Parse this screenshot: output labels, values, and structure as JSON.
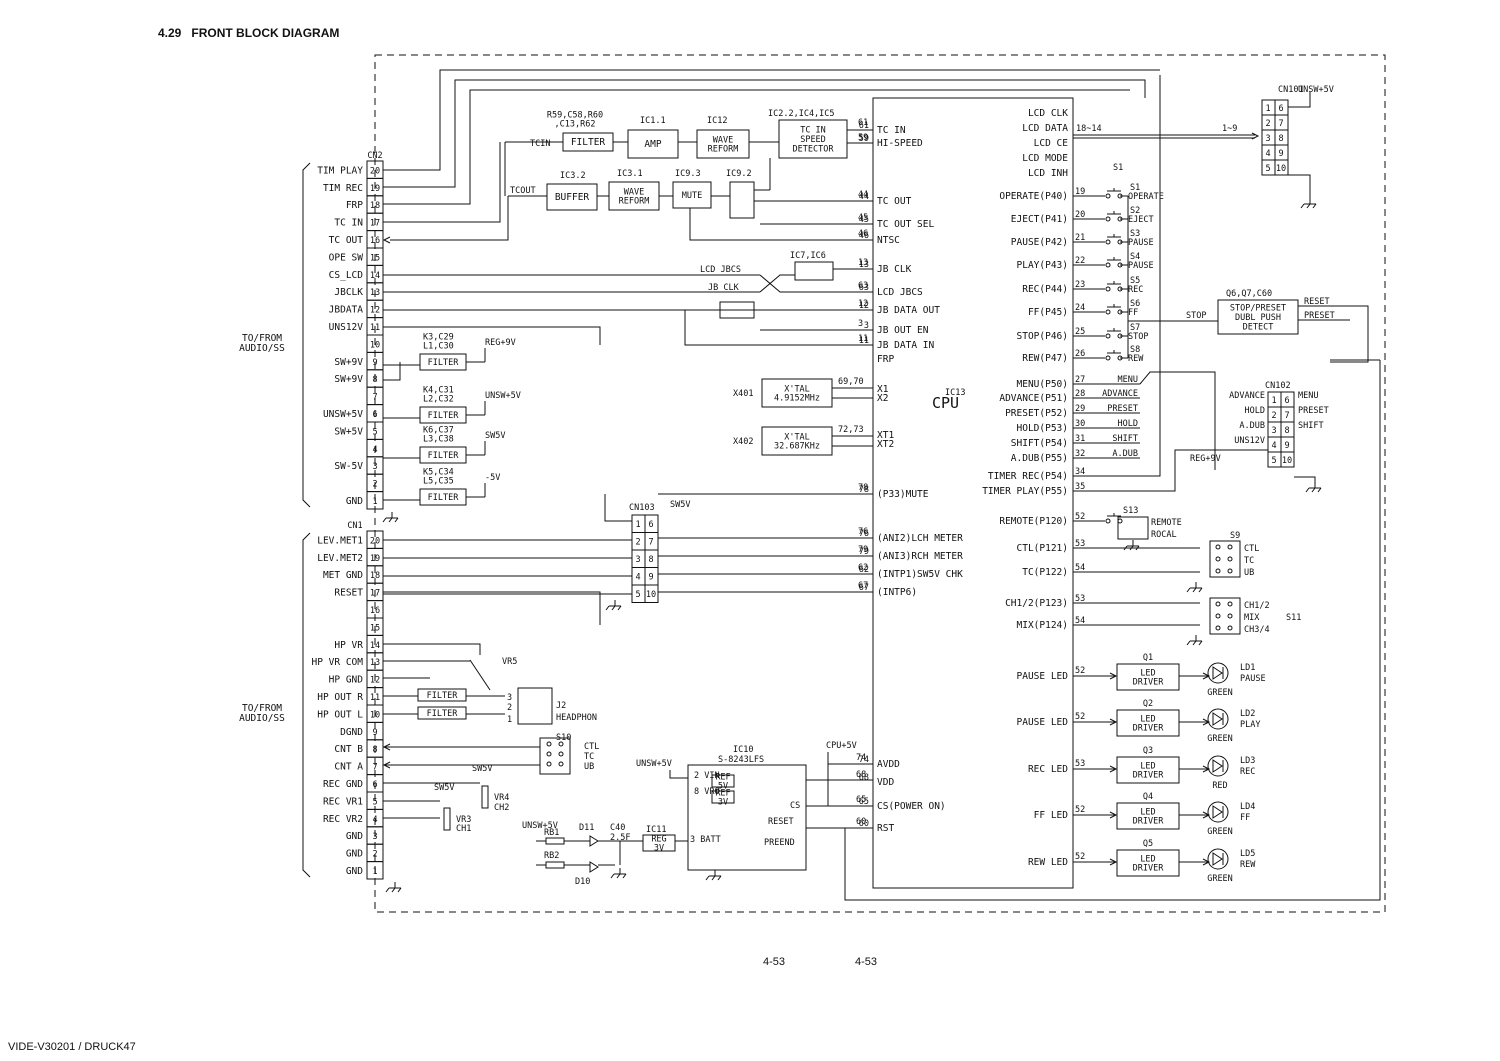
{
  "header": {
    "section": "4.29",
    "title": "FRONT BLOCK DIAGRAM"
  },
  "footer": {
    "page_left": "4-53",
    "page_right": "4-53",
    "doc_id": "VIDE-V30201 / DRUCK47"
  },
  "side_labels": {
    "audio_top": "TO/FROM\nAUDIO/SS",
    "audio_bottom": "TO/FROM\nAUDIO/SS"
  },
  "cn2": {
    "name": "CN2",
    "pins": [
      {
        "num": "20",
        "label": "TIM PLAY"
      },
      {
        "num": "19",
        "label": "TIM REC"
      },
      {
        "num": "18",
        "label": "FRP"
      },
      {
        "num": "17",
        "label": "TC IN"
      },
      {
        "num": "16",
        "label": "TC OUT"
      },
      {
        "num": "15",
        "label": "OPE SW"
      },
      {
        "num": "14",
        "label": "CS_LCD"
      },
      {
        "num": "13",
        "label": "JBCLK"
      },
      {
        "num": "12",
        "label": "JBDATA"
      },
      {
        "num": "11",
        "label": "UNS12V"
      },
      {
        "num": "10",
        "label": ""
      },
      {
        "num": "9",
        "label": "SW+9V"
      },
      {
        "num": "8",
        "label": "SW+9V"
      },
      {
        "num": "7",
        "label": ""
      },
      {
        "num": "6",
        "label": "UNSW+5V"
      },
      {
        "num": "5",
        "label": "SW+5V"
      },
      {
        "num": "4",
        "label": ""
      },
      {
        "num": "3",
        "label": "SW-5V"
      },
      {
        "num": "2",
        "label": ""
      },
      {
        "num": "1",
        "label": "GND"
      }
    ]
  },
  "cn1": {
    "name": "CN1",
    "pins": [
      {
        "num": "20",
        "label": "LEV.MET1"
      },
      {
        "num": "19",
        "label": "LEV.MET2"
      },
      {
        "num": "18",
        "label": "MET GND"
      },
      {
        "num": "17",
        "label": "RESET"
      },
      {
        "num": "16",
        "label": ""
      },
      {
        "num": "15",
        "label": ""
      },
      {
        "num": "14",
        "label": "HP VR"
      },
      {
        "num": "13",
        "label": "HP VR COM"
      },
      {
        "num": "12",
        "label": "HP GND"
      },
      {
        "num": "11",
        "label": "HP OUT R"
      },
      {
        "num": "10",
        "label": "HP OUT L"
      },
      {
        "num": "9",
        "label": "DGND"
      },
      {
        "num": "8",
        "label": "CNT B"
      },
      {
        "num": "7",
        "label": "CNT A"
      },
      {
        "num": "6",
        "label": "REC GND"
      },
      {
        "num": "5",
        "label": "REC VR1"
      },
      {
        "num": "4",
        "label": "REC VR2"
      },
      {
        "num": "3",
        "label": "GND"
      },
      {
        "num": "2",
        "label": "GND"
      },
      {
        "num": "1",
        "label": "GND"
      }
    ]
  },
  "tc_chain": {
    "filter_ref": "R59,C58,R60\n,C13,R62",
    "filter": "FILTER",
    "tcin": "TCIN",
    "amp_ref": "IC1.1",
    "amp": "AMP",
    "wave1_ref": "IC12",
    "wave1": "WAVE\nREFORM",
    "speed_ref": "IC2.2,IC4,IC5",
    "speed": "TC IN\nSPEED\nDETECTOR",
    "tcout": "TCOUT",
    "buffer_ref": "IC3.2",
    "buffer": "BUFFER",
    "wave2_ref": "IC3.1",
    "wave2": "WAVE\nREFORM",
    "mute_ref": "IC9.3",
    "mute": "MUTE",
    "sw_ref": "IC9.2",
    "lcd_jbcs": "LCD JBCS",
    "jb_clk": "JB CLK",
    "ic7_ref": "IC7,IC6"
  },
  "power_filters": [
    {
      "ref": "K3,C29\nL1,C30",
      "label": "FILTER",
      "out": "REG+9V"
    },
    {
      "ref": "K4,C31\nL2,C32",
      "label": "FILTER",
      "out": "UNSW+5V"
    },
    {
      "ref": "K6,C37\nL3,C38",
      "label": "FILTER",
      "out": "SW5V"
    },
    {
      "ref": "K5,C34\nL5,C35",
      "label": "FILTER",
      "out": "-5V"
    }
  ],
  "crystals": [
    {
      "ref": "X401",
      "label": "X'TAL\n4.9152MHz",
      "pins": "69,70"
    },
    {
      "ref": "X402",
      "label": "X'TAL\n32.687KHz",
      "pins": "72,73"
    }
  ],
  "cpu": {
    "ref": "IC13",
    "name": "CPU",
    "left_pins": [
      {
        "num": "61",
        "label": "TC IN"
      },
      {
        "num": "59",
        "label": "HI-SPEED"
      },
      {
        "num": "44",
        "label": "TC OUT"
      },
      {
        "num": "45",
        "label": "TC OUT SEL"
      },
      {
        "num": "46",
        "label": "NTSC"
      },
      {
        "num": "13",
        "label": "JB CLK"
      },
      {
        "num": "63",
        "label": "LCD JBCS"
      },
      {
        "num": "12",
        "label": "JB DATA OUT"
      },
      {
        "num": "3",
        "label": "JB OUT EN"
      },
      {
        "num": "11",
        "label": "JB DATA IN"
      },
      {
        "num": "",
        "label": "FRP"
      },
      {
        "num": "69,70",
        "label": "X1"
      },
      {
        "num": "",
        "label": "X2"
      },
      {
        "num": "72,73",
        "label": "XT1"
      },
      {
        "num": "",
        "label": "XT2"
      },
      {
        "num": "78",
        "label": "(P33)MUTE"
      },
      {
        "num": "76",
        "label": "(ANI2)LCH METER"
      },
      {
        "num": "79",
        "label": "(ANI3)RCH METER"
      },
      {
        "num": "62",
        "label": "(INTP1)SW5V CHK"
      },
      {
        "num": "67",
        "label": "(INTP6)"
      },
      {
        "num": "74",
        "label": "AVDD"
      },
      {
        "num": "68",
        "label": "VDD"
      },
      {
        "num": "65",
        "label": "CS(POWER ON)"
      },
      {
        "num": "60",
        "label": "RST"
      }
    ],
    "right_pins": [
      {
        "num": "",
        "label": "LCD CLK"
      },
      {
        "num": "",
        "label": "LCD DATA"
      },
      {
        "num": "",
        "label": "LCD CE"
      },
      {
        "num": "",
        "label": "LCD MODE"
      },
      {
        "num": "",
        "label": "LCD INH"
      },
      {
        "num": "19",
        "label": "OPERATE(P40)"
      },
      {
        "num": "20",
        "label": "EJECT(P41)"
      },
      {
        "num": "21",
        "label": "PAUSE(P42)"
      },
      {
        "num": "22",
        "label": "PLAY(P43)"
      },
      {
        "num": "23",
        "label": "REC(P44)"
      },
      {
        "num": "24",
        "label": "FF(P45)"
      },
      {
        "num": "25",
        "label": "STOP(P46)"
      },
      {
        "num": "26",
        "label": "REW(P47)"
      },
      {
        "num": "27",
        "label": "MENU(P50)"
      },
      {
        "num": "28",
        "label": "ADVANCE(P51)"
      },
      {
        "num": "29",
        "label": "PRESET(P52)"
      },
      {
        "num": "30",
        "label": "HOLD(P53)"
      },
      {
        "num": "31",
        "label": "SHIFT(P54)"
      },
      {
        "num": "32",
        "label": "A.DUB(P55)"
      },
      {
        "num": "34",
        "label": "TIMER REC(P54)"
      },
      {
        "num": "35",
        "label": "TIMER PLAY(P55)"
      },
      {
        "num": "52",
        "label": "REMOTE(P120)"
      },
      {
        "num": "53",
        "label": "CTL(P121)"
      },
      {
        "num": "54",
        "label": "TC(P122)"
      },
      {
        "num": "53",
        "label": "CH1/2(P123)"
      },
      {
        "num": "54",
        "label": "MIX(P124)"
      }
    ],
    "lcd_bus": "18~14",
    "lcd_bus_out": "1~9"
  },
  "switches": [
    {
      "ref": "S1",
      "label": "OPERATE"
    },
    {
      "ref": "S2",
      "label": "EJECT"
    },
    {
      "ref": "S3",
      "label": "PAUSE"
    },
    {
      "ref": "S4",
      "label": "PAUSE"
    },
    {
      "ref": "S5",
      "label": "REC"
    },
    {
      "ref": "S6",
      "label": "FF"
    },
    {
      "ref": "S7",
      "label": "STOP"
    },
    {
      "ref": "S8",
      "label": "REW"
    }
  ],
  "key_lines": [
    "MENU",
    "ADVANCE",
    "PRESET",
    "HOLD",
    "SHIFT",
    "A.DUB"
  ],
  "cn101": {
    "name": "CN101",
    "supply": "UNSW+5V",
    "pins": [
      [
        "1",
        "6"
      ],
      [
        "2",
        "7"
      ],
      [
        "3",
        "8"
      ],
      [
        "4",
        "9"
      ],
      [
        "5",
        "10"
      ]
    ]
  },
  "cn102": {
    "name": "CN102",
    "supply": "REG+9V",
    "left": [
      "ADVANCE",
      "HOLD",
      "A.DUB",
      "UNS12V"
    ],
    "right": [
      "MENU",
      "PRESET",
      "SHIFT"
    ],
    "pins": [
      [
        "1",
        "6"
      ],
      [
        "2",
        "7"
      ],
      [
        "3",
        "8"
      ],
      [
        "4",
        "9"
      ],
      [
        "5",
        "10"
      ]
    ]
  },
  "cn103": {
    "name": "CN103",
    "supply": "SW5V",
    "pins": [
      [
        "1",
        "6"
      ],
      [
        "2",
        "7"
      ],
      [
        "3",
        "8"
      ],
      [
        "4",
        "9"
      ],
      [
        "5",
        "10"
      ]
    ]
  },
  "stop_preset": {
    "ref": "Q6,Q7,C60",
    "label": "STOP/PRESET\nDUBL PUSH\nDETECT",
    "in": "STOP",
    "out1": "RESET",
    "out2": "PRESET"
  },
  "s13": {
    "ref": "S13",
    "a": "REMOTE",
    "b": "ROCAL"
  },
  "s9": {
    "ref": "S9",
    "items": [
      "CTL",
      "TC",
      "UB"
    ]
  },
  "s11": {
    "ref": "S11",
    "items": [
      "CH1/2",
      "MIX",
      "CH3/4"
    ]
  },
  "s10": {
    "ref": "S10",
    "items": [
      "CTL",
      "TC",
      "UB"
    ]
  },
  "leds": [
    {
      "pin_label": "PAUSE LED",
      "pin": "52",
      "q": "Q1",
      "driver": "LED\nDRIVER",
      "ld": "LD1",
      "func": "PAUSE",
      "color": "GREEN"
    },
    {
      "pin_label": "PAUSE LED",
      "pin": "52",
      "q": "Q2",
      "driver": "LED\nDRIVER",
      "ld": "LD2",
      "func": "PLAY",
      "color": "GREEN"
    },
    {
      "pin_label": "REC LED",
      "pin": "53",
      "q": "Q3",
      "driver": "LED\nDRIVER",
      "ld": "LD3",
      "func": "REC",
      "color": "RED"
    },
    {
      "pin_label": "FF LED",
      "pin": "52",
      "q": "Q4",
      "driver": "LED\nDRIVER",
      "ld": "LD4",
      "func": "FF",
      "color": "GREEN"
    },
    {
      "pin_label": "REW LED",
      "pin": "52",
      "q": "Q5",
      "driver": "LED\nDRIVER",
      "ld": "LD5",
      "func": "REW",
      "color": "GREEN"
    }
  ],
  "headphone": {
    "filter": "FILTER",
    "jack": "J2",
    "jack_label": "HEADPHON",
    "vr": "VR5"
  },
  "rec_vr": {
    "supply": "SW5V",
    "vr3": "VR3",
    "ch1": "CH1",
    "vr4": "VR4",
    "ch2": "CH2"
  },
  "ic10": {
    "ref": "IC10",
    "part": "S-8243LFS",
    "supply": "UNSW+5V",
    "cpu_supply": "CPU+5V",
    "pins": [
      "VIN",
      "VRO",
      "BATT",
      "RESET",
      "PREEND",
      "CS"
    ],
    "ref5v": "REF\n5V",
    "ref3v": "REF\n3V"
  },
  "battery": {
    "unsw": "UNSW+5V",
    "rb1": "RB1",
    "rb2": "RB2",
    "d11": "D11",
    "d10": "D10",
    "c40": "C40",
    "c40v": "2.5F",
    "ic11": "IC11",
    "reg": "REG\n3V"
  }
}
